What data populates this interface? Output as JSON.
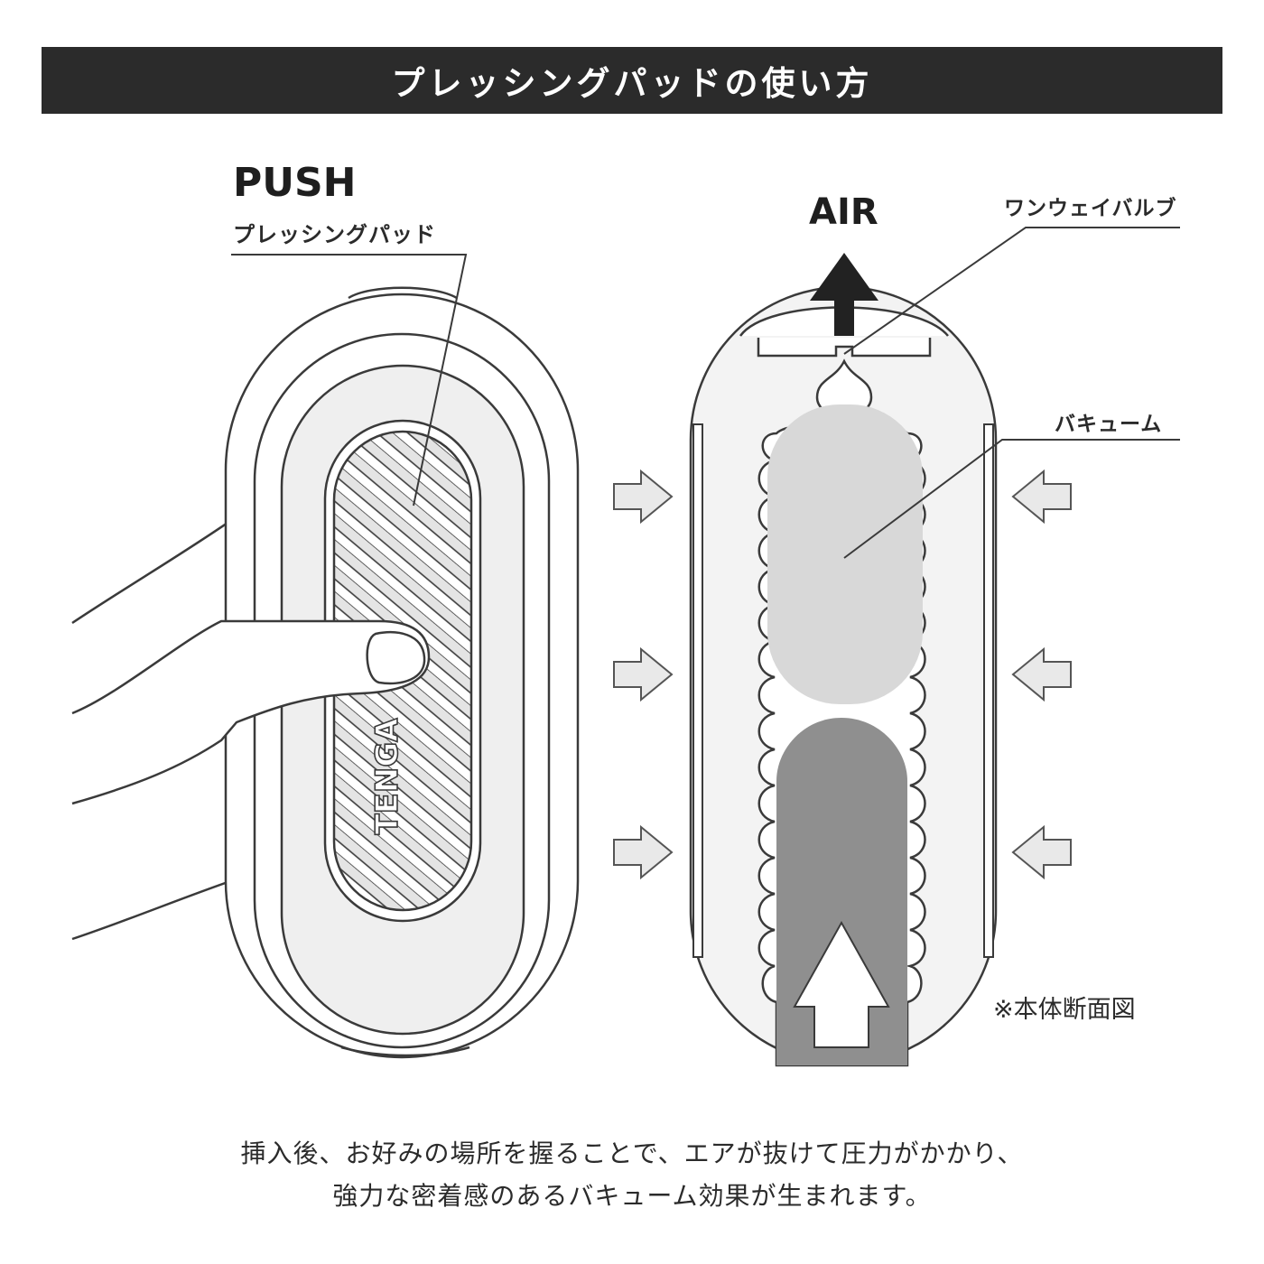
{
  "title": "プレッシングパッドの使い方",
  "labels": {
    "push": "PUSH",
    "pressing_pad": "プレッシングパッド",
    "air": "AIR",
    "one_way_valve": "ワンウェイバルブ",
    "vacuum": "バキューム",
    "cross_section_note": "※本体断面図",
    "brand": "TENGA"
  },
  "description": {
    "line1": "挿入後、お好みの場所を握ることで、エアが抜けて圧力がかかり、",
    "line2": "強力な密着感のあるバキューム効果が生まれます。"
  },
  "colors": {
    "banner": "#2b2b2b",
    "outline": "#3a3a3a",
    "body_fill": "#efefef",
    "vacuum_fill": "#d8d8d8",
    "insert_fill": "#8f8f8f",
    "arrow_fill": "#e9e9e9"
  }
}
